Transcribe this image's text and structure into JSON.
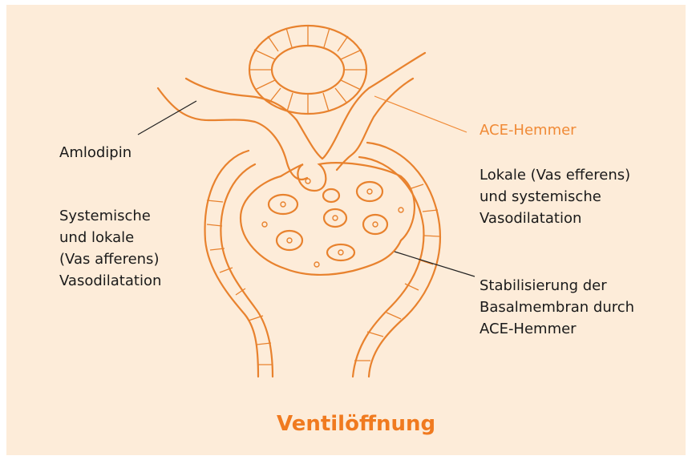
{
  "labels": {
    "amlodipin": "Amlodipin",
    "systemic_left": [
      "Systemische",
      "und lokale",
      "(Vas afferens)",
      "Vasodilatation"
    ],
    "ace": "ACE-Hemmer",
    "local_right": [
      "Lokale (Vas efferens)",
      "und systemische",
      "Vasodilatation"
    ],
    "stabil": [
      "Stabilisierung der",
      "Basalmembran durch",
      "ACE-Hemmer"
    ]
  },
  "title": "Ventilöffnung",
  "colors": {
    "background": "#fdecd9",
    "accent": "#f08a36",
    "title": "#f07a1f",
    "text": "#1a1a1a"
  }
}
